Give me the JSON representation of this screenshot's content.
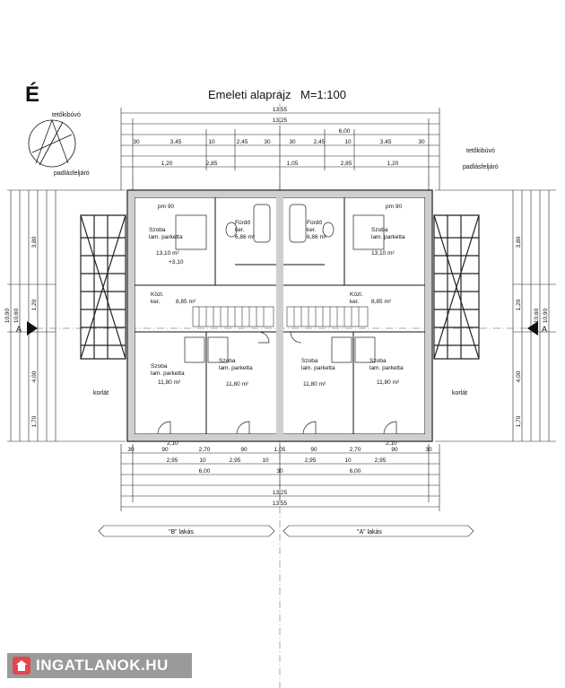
{
  "drawing": {
    "title": "Emeleti alaprajz",
    "scale": "M=1:100",
    "north_letter": "É",
    "labels": {
      "teto1": "tetőkibúvó",
      "padlas1": "padlásfeljáró",
      "teto2": "tetőkibúvó",
      "padlas2": "padlásfeljáró",
      "korlat1": "korlát",
      "korlat2": "korlát",
      "apt_b": "\"B\" lakás",
      "apt_a": "\"A\" lakás",
      "sec_left": "A",
      "sec_right": "A"
    },
    "rooms": [
      {
        "name": "Szoba",
        "floor": "lam. parketta",
        "area": "13,10 m²"
      },
      {
        "name": "Fürdő",
        "floor": "ker.",
        "area": "6,86 m²"
      },
      {
        "name": "Közl.",
        "floor": "ker.",
        "area": "8,85 m²"
      },
      {
        "name": "Szoba",
        "floor": "lam. parketta",
        "area": "11,80 m²"
      },
      {
        "name": "Szoba",
        "floor": "lam. parketta",
        "area": "11,80 m²"
      },
      {
        "name": "Fürdő",
        "floor": "ker.",
        "area": "6,86 m²"
      },
      {
        "name": "Szoba",
        "floor": "lam. parketta",
        "area": "13,10 m²"
      },
      {
        "name": "Közl.",
        "floor": "ker.",
        "area": "8,85 m²"
      },
      {
        "name": "Szoba",
        "floor": "lam. parketta",
        "area": "11,80 m²"
      },
      {
        "name": "Szoba",
        "floor": "lam. parketta",
        "area": "11,80 m²"
      }
    ],
    "top_dims": {
      "total": "13,55",
      "row2": "13,25",
      "row3": [
        "30",
        "3,45",
        "10",
        "2,45",
        "30",
        "6,00",
        "30",
        "2,45",
        "10",
        "3,45",
        "30"
      ],
      "row4": [
        "1,20",
        "2,85",
        "1,05",
        "2,85",
        "1,20"
      ]
    },
    "bottom_dims": {
      "row1": [
        "30",
        "90",
        "2,70",
        "90",
        "1,05",
        "90",
        "2,70",
        "90",
        "30"
      ],
      "row2": [
        "2,95",
        "10",
        "2,95",
        "10",
        "2,95",
        "10",
        "2,95"
      ],
      "row3": [
        "6,00",
        "30",
        "6,00"
      ],
      "row4": "13,25",
      "row5": "13,55"
    },
    "side_dims": {
      "left_total": "10,90",
      "left_inner": "10,60",
      "left_parts": [
        "3,80",
        "1,20",
        "4,00",
        "1,70"
      ],
      "right_total": "10,90",
      "right_inner": "10,60",
      "right_parts": [
        "3,80",
        "1,20",
        "4,00",
        "1,70"
      ]
    },
    "misc": [
      "pm 90",
      "pm 90",
      "+3,10",
      "2,10",
      "2,10"
    ]
  },
  "watermark": {
    "brand": "INGATLANOK.HU",
    "accent": "#e1484e"
  }
}
